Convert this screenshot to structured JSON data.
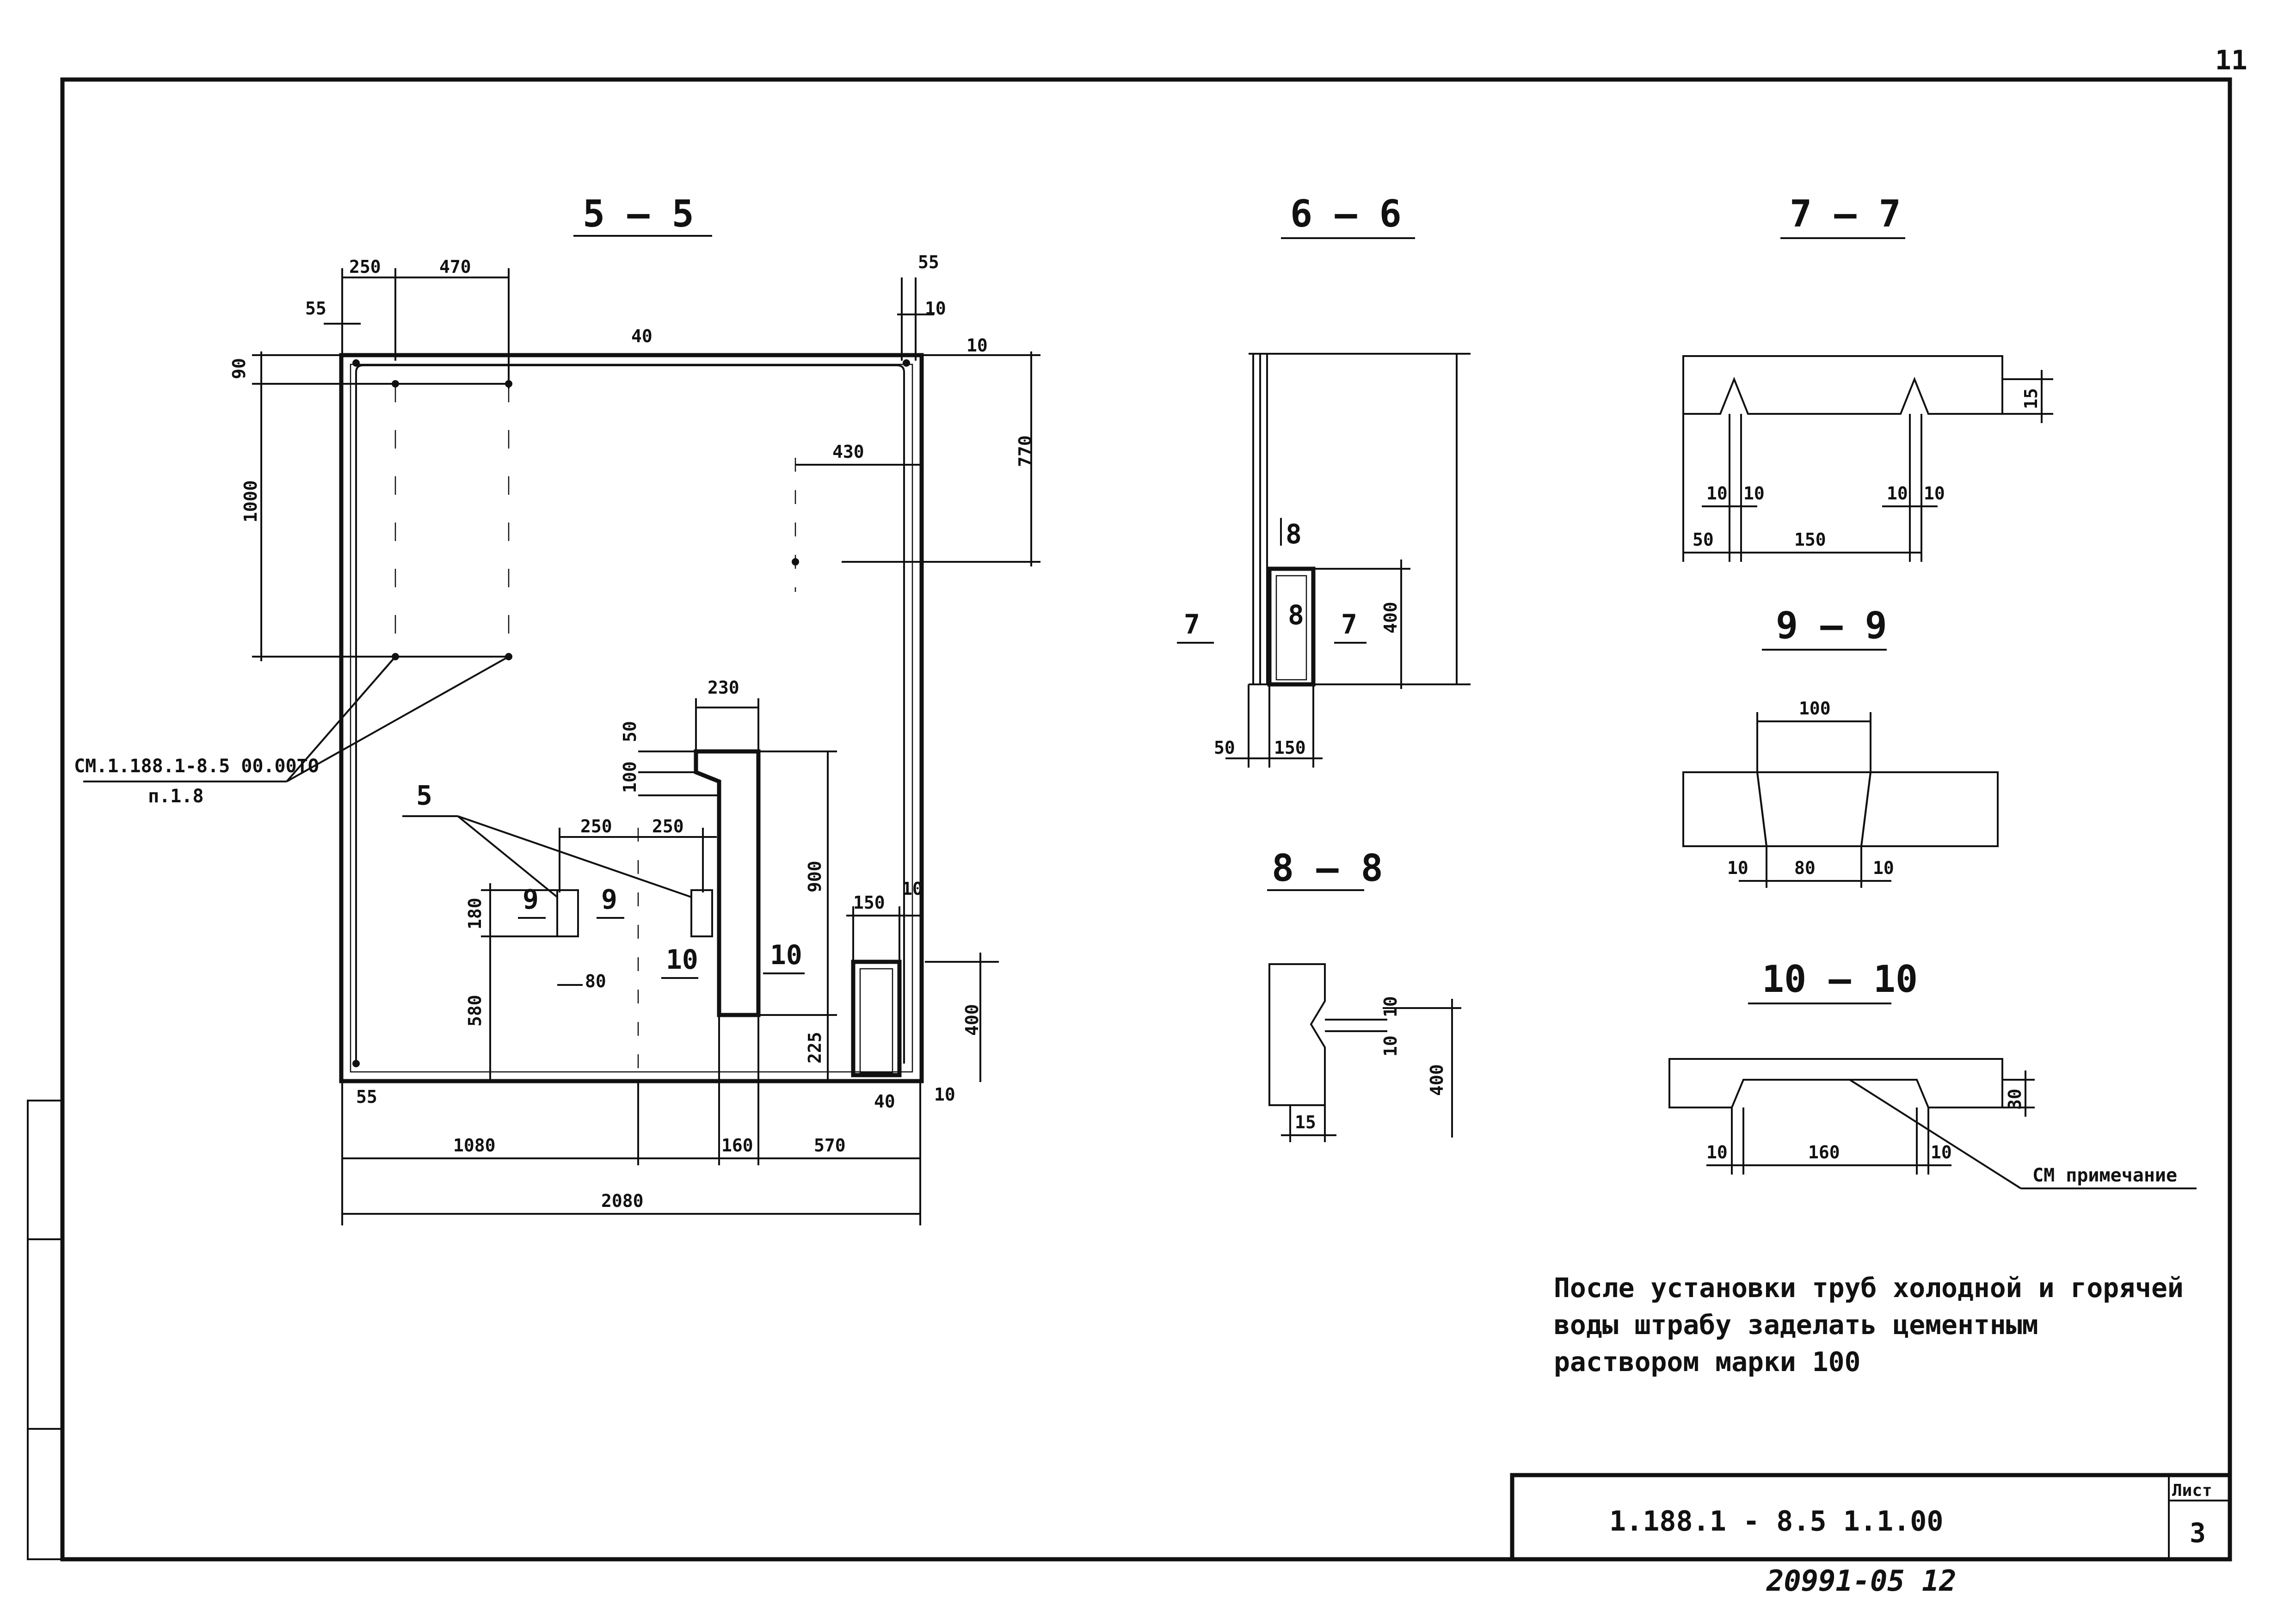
{
  "sheet": {
    "page_number": "11",
    "doc_code": "1.188.1 - 8.5 1.1.00",
    "sheet_label": "Лист",
    "sheet_number": "3",
    "stamp": "20991-05 12"
  },
  "note": {
    "line1": "После установки труб холодной и горячей",
    "line2": "воды штрабу заделать цементным",
    "line3": "раствором марки 100"
  },
  "section_5": {
    "title": "5 — 5",
    "ref_line1": "СМ.1.188.1-8.5 00.00ТО",
    "ref_line2": "п.1.8",
    "callout": "5",
    "dims": {
      "d250_top": "250",
      "d470": "470",
      "d55_top": "55",
      "d55_right": "55",
      "d10_right": "10",
      "d10_right2": "10",
      "d40_top": "40",
      "d90": "90",
      "d1000": "1000",
      "d770": "770",
      "d430": "430",
      "d230": "230",
      "d50": "50",
      "d100": "100",
      "d900": "900",
      "d250_a": "250",
      "d250_b": "250",
      "d180": "180",
      "d580": "580",
      "d80": "80",
      "d150": "150",
      "d10_mid": "10",
      "d225": "225",
      "d400": "400",
      "d40_bot": "40",
      "d10_bot": "10",
      "d55_bot": "55",
      "d1080": "1080",
      "d160": "160",
      "d570": "570",
      "d2080": "2080"
    },
    "cut_labels": {
      "cut9a": "9",
      "cut9b": "9",
      "cut10a": "10",
      "cut10b": "10"
    }
  },
  "section_6": {
    "title": "6 — 6",
    "cut7a": "7",
    "cut7b": "7",
    "cut8a": "8",
    "cut8b": "8",
    "d400": "400",
    "d50": "50",
    "d150": "150"
  },
  "section_7": {
    "title": "7 — 7",
    "d15": "15",
    "d10a": "10",
    "d10b": "10",
    "d10c": "10",
    "d10d": "10",
    "d50": "50",
    "d150": "150"
  },
  "section_8": {
    "title": "8 — 8",
    "d10a": "10",
    "d10b": "10",
    "d400": "400",
    "d15": "15"
  },
  "section_9": {
    "title": "9 — 9",
    "d100": "100",
    "d10a": "10",
    "d80": "80",
    "d10b": "10"
  },
  "section_10": {
    "title": "10 — 10",
    "d30": "30",
    "d10a": "10",
    "d160": "160",
    "d10b": "10",
    "leader": "СМ примечание"
  }
}
